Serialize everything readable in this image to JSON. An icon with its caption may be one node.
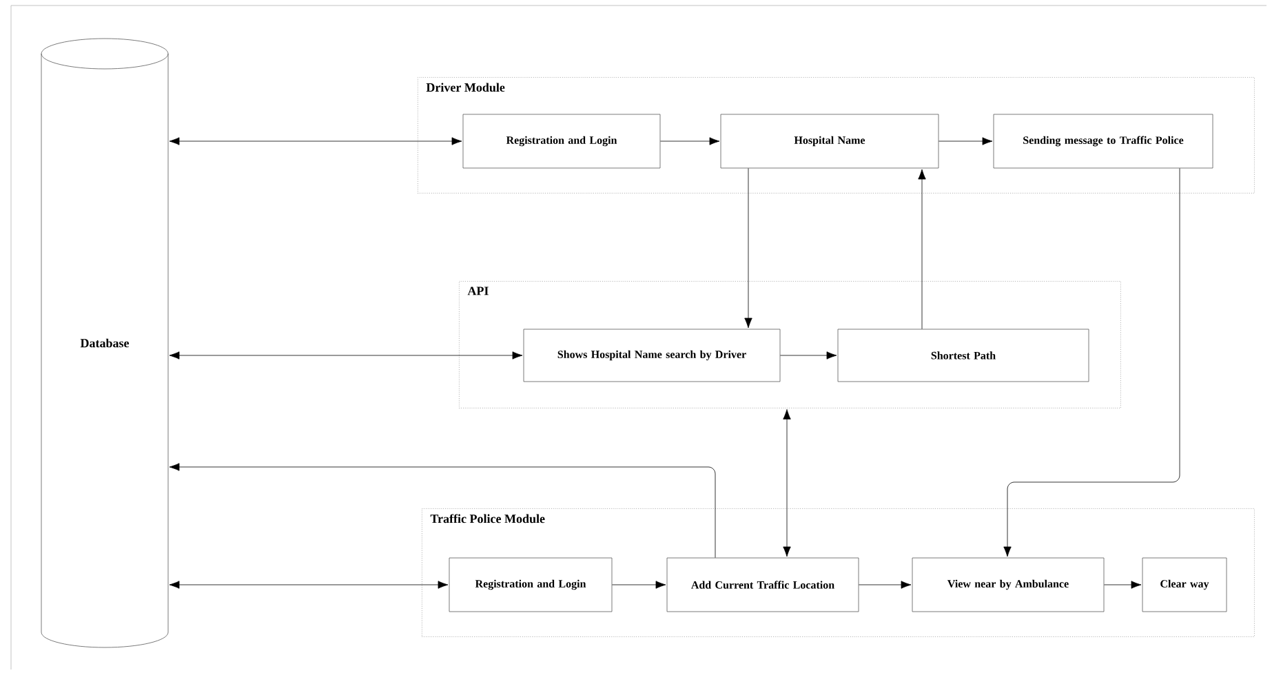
{
  "diagram": {
    "nodes": [
      {
        "text": [
          "Database"
        ]
      },
      {
        "text": [
          "Driver Module"
        ]
      },
      {
        "text": [
          "Registration and Login"
        ],
        "in": 1
      },
      {
        "text": [
          "Hospital Name"
        ],
        "in": 1
      },
      {
        "text": [
          "Sending message to Traffic Police"
        ],
        "in": 1
      },
      {
        "text": [
          "API"
        ]
      },
      {
        "text": [
          "Shows Hospital Name search by Driver"
        ],
        "in": 5
      },
      {
        "text": [
          "Shortest Path"
        ],
        "in": 5
      },
      {
        "text": [
          "Traffic Police Module"
        ]
      },
      {
        "text": [
          "Registration and Login"
        ],
        "in": 8
      },
      {
        "text": [
          "Add Current Traffic Location"
        ],
        "in": 8
      },
      {
        "text": [
          "View near by Ambulance"
        ],
        "in": 8
      },
      {
        "text": [
          "Clear way"
        ],
        "in": 8
      }
    ],
    "edges": [
      {
        "from": 0,
        "to": 2,
        "arrow": "both"
      },
      {
        "from": 2,
        "to": 3,
        "arrow": "to"
      },
      {
        "from": 3,
        "to": 4,
        "arrow": "to"
      },
      {
        "from": 3,
        "to": 6,
        "arrow": "to"
      },
      {
        "from": 7,
        "to": 3,
        "arrow": "to"
      },
      {
        "from": 0,
        "to": 6,
        "arrow": "both"
      },
      {
        "from": 6,
        "to": 7,
        "arrow": "to"
      },
      {
        "from": 4,
        "to": 11,
        "arrow": "to"
      },
      {
        "from": 10,
        "to": 0,
        "arrow": "to"
      },
      {
        "from": 5,
        "to": 10,
        "arrow": "both"
      },
      {
        "from": 0,
        "to": 9,
        "arrow": "both"
      },
      {
        "from": 9,
        "to": 10,
        "arrow": "to"
      },
      {
        "from": 10,
        "to": 11,
        "arrow": "to"
      },
      {
        "from": 11,
        "to": 12,
        "arrow": "to"
      }
    ]
  }
}
